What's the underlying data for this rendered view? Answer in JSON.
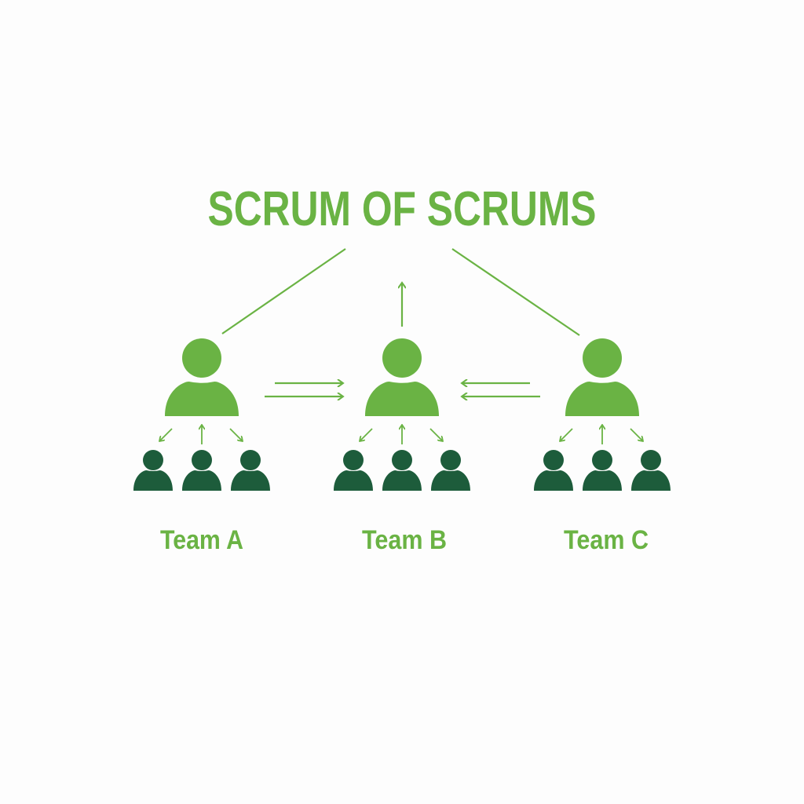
{
  "title": "SCRUM OF SCRUMS",
  "teams": [
    {
      "label": "Team A",
      "members": 3
    },
    {
      "label": "Team B",
      "members": 3
    },
    {
      "label": "Team C",
      "members": 3
    }
  ],
  "colors": {
    "accent": "#6ab344",
    "member": "#1d5c3b",
    "background": "#fdfdfd"
  }
}
